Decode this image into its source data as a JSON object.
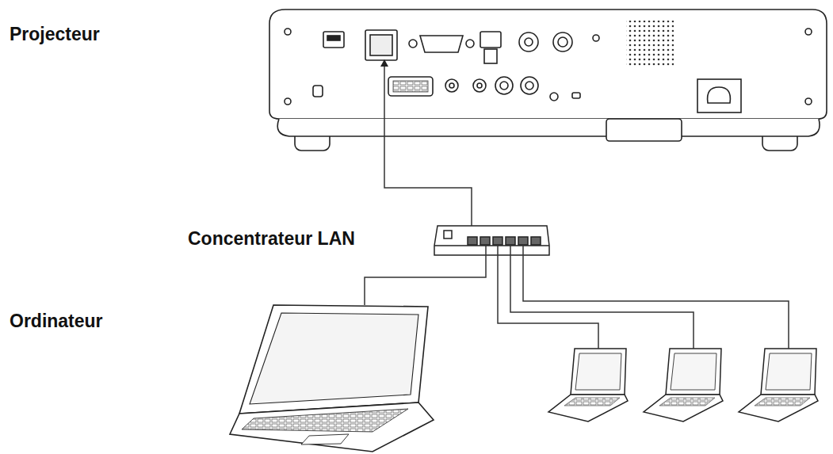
{
  "diagram": {
    "nodes": [
      {
        "text": [
          "Projecteur"
        ]
      },
      {
        "text": [
          "Concentrateur LAN"
        ]
      },
      {
        "text": [
          "Ordinateur"
        ]
      }
    ],
    "edges": [
      {
        "from": 1,
        "to": 0,
        "arrow": "to"
      },
      {
        "from": 1,
        "to": 2,
        "arrow": "none"
      }
    ]
  }
}
